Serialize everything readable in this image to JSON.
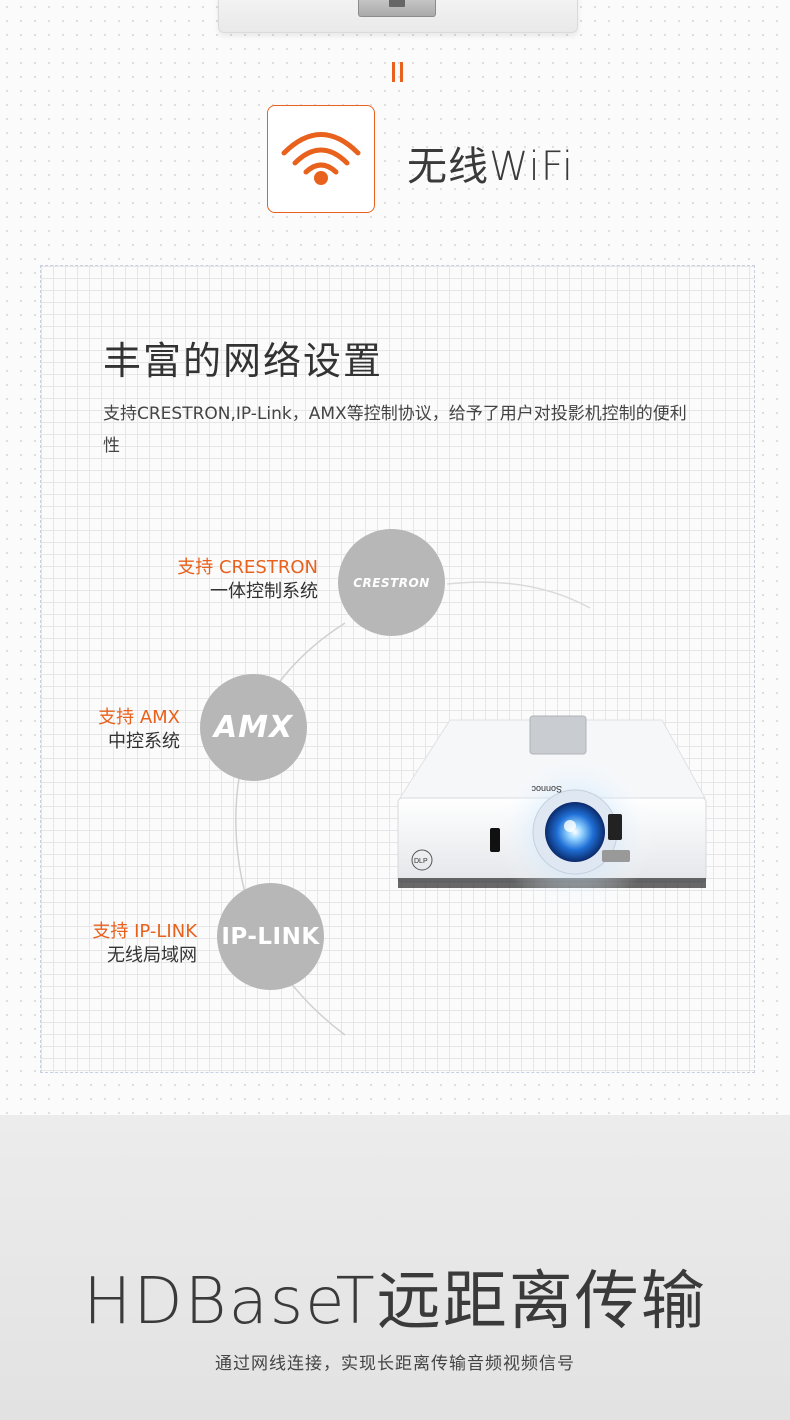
{
  "colors": {
    "accent": "#e8621d",
    "logo_circle": "#b7b7b7",
    "text_dark": "#333333"
  },
  "wifi": {
    "icon": "wifi-icon",
    "title": "无线WiFi"
  },
  "network": {
    "title": "丰富的网络设置",
    "description": "支持CRESTRON,IP-Link，AMX等控制协议，给予了用户对投影机控制的便利性",
    "protocols": [
      {
        "logo_text": "CRESTRON",
        "label_line1": "支持 CRESTRON",
        "label_line2": "一体控制系统"
      },
      {
        "logo_text": "AMX",
        "label_line1": "支持 AMX",
        "label_line2": "中控系统"
      },
      {
        "logo_text": "IP-LINK",
        "label_line1": "支持 IP-LINK",
        "label_line2": "无线局域网"
      }
    ],
    "projector_brand": "Sonnoc",
    "projector_badge": "DLP"
  },
  "hdbaset": {
    "title": "HDBaseT远距离传输",
    "subtitle": "通过网线连接，实现长距离传输音频视频信号"
  }
}
